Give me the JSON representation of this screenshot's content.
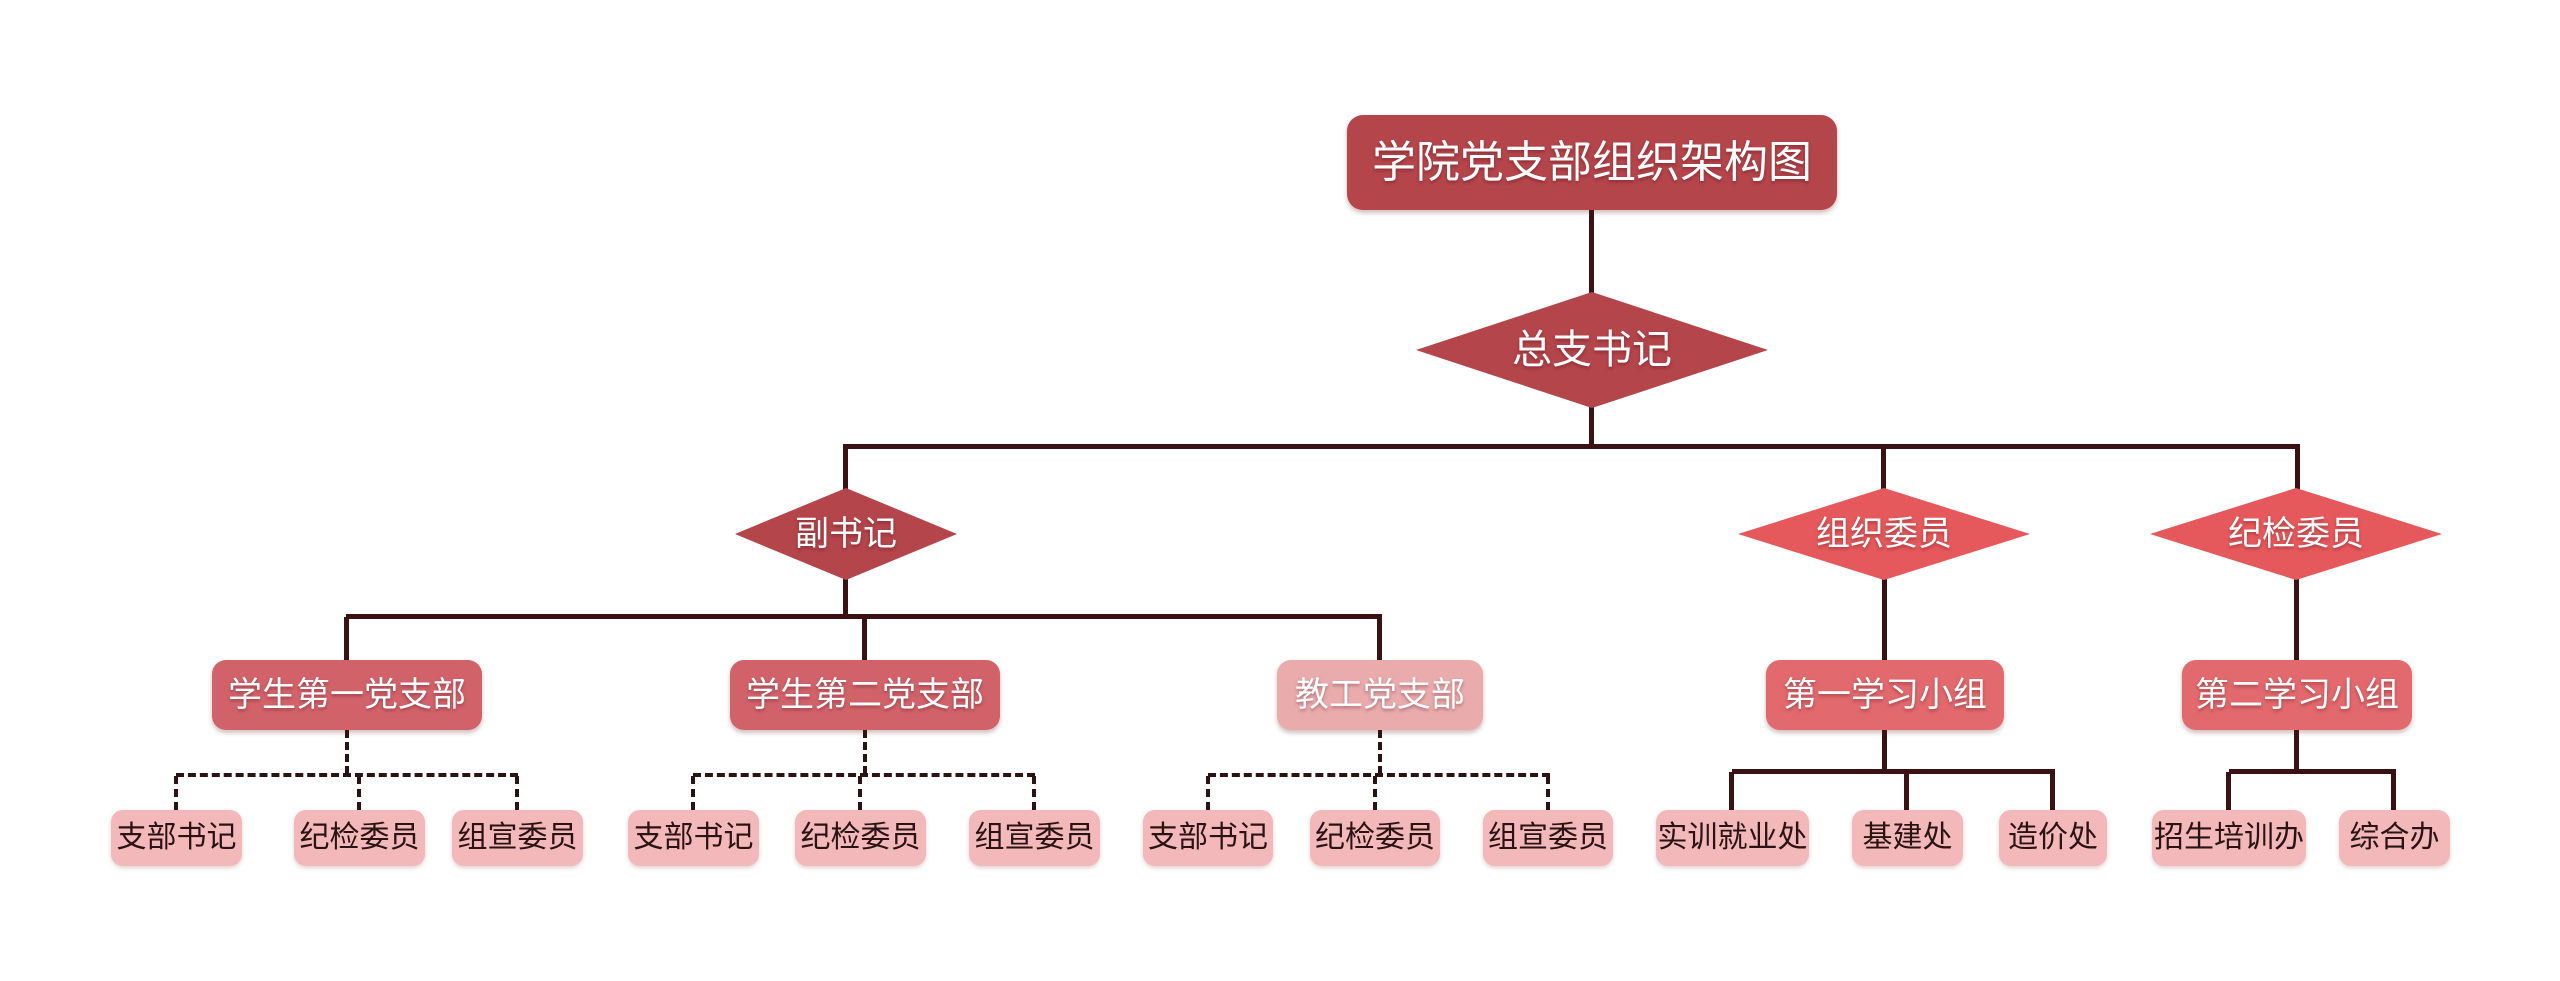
{
  "colors": {
    "dark_red": "#b4454b",
    "bright_red": "#e5595c",
    "branch_red": "#d2626a",
    "soft_pink": "#eaabad",
    "coral_red": "#e2696d",
    "leaf_pink": "#f2b8ba",
    "connector_solid": "#3a1214",
    "connector_dashed": "#2b1313",
    "node_text_light": "#ffffff",
    "leaf_text": "#2b1313"
  },
  "tree": {
    "root": {
      "label": "学院党支部组织架构图"
    },
    "secretary": {
      "label": "总支书记"
    },
    "officers": [
      {
        "label": "副书记"
      },
      {
        "label": "组织委员"
      },
      {
        "label": "纪检委员"
      }
    ],
    "branches": [
      {
        "label": "学生第一党支部",
        "link_style": "dashed",
        "children": [
          "支部书记",
          "纪检委员",
          "组宣委员"
        ]
      },
      {
        "label": "学生第二党支部",
        "link_style": "dashed",
        "children": [
          "支部书记",
          "纪检委员",
          "组宣委员"
        ]
      },
      {
        "label": "教工党支部",
        "link_style": "dashed",
        "children": [
          "支部书记",
          "纪检委员",
          "组宣委员"
        ]
      },
      {
        "label": "第一学习小组",
        "link_style": "solid",
        "children": [
          "实训就业处",
          "基建处",
          "造价处"
        ]
      },
      {
        "label": "第二学习小组",
        "link_style": "solid",
        "children": [
          "招生培训办",
          "综合办"
        ]
      }
    ]
  }
}
